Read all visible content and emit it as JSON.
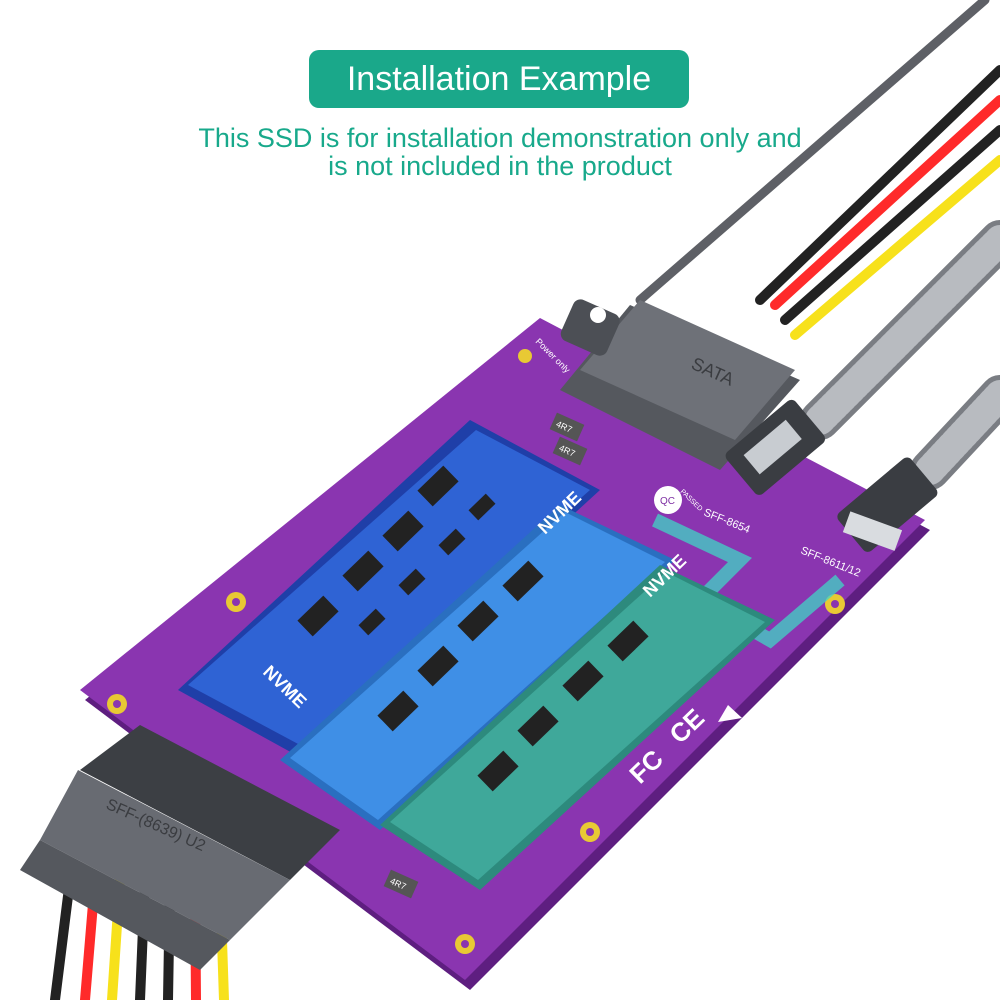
{
  "header": {
    "title": "Installation Example",
    "subtitle_line1": "This SSD is for installation demonstration only and",
    "subtitle_line2": "is not included in the product"
  },
  "board": {
    "sata_port_label": "SATA",
    "power_port_label": "Power only",
    "sff8654_label": "SFF-8654",
    "sff8611_label": "SFF-8611/12",
    "u2_connector_label": "SFF-(8639) U2",
    "ssd_labels": [
      "NVME",
      "NVME",
      "NVME"
    ],
    "qc_label": "QC",
    "qc_sub": "PASSED",
    "inductor_labels": [
      "4R7",
      "4R7",
      "4R7"
    ],
    "cert_marks": [
      "FC",
      "CE"
    ],
    "colors": {
      "board": "#7e2fa3",
      "blue_ssd": "#2f63d4",
      "light_blue_ssd": "#3f8fe6",
      "teal_ssd": "#3fa89a",
      "connector_gray": "#5c5f66"
    }
  }
}
